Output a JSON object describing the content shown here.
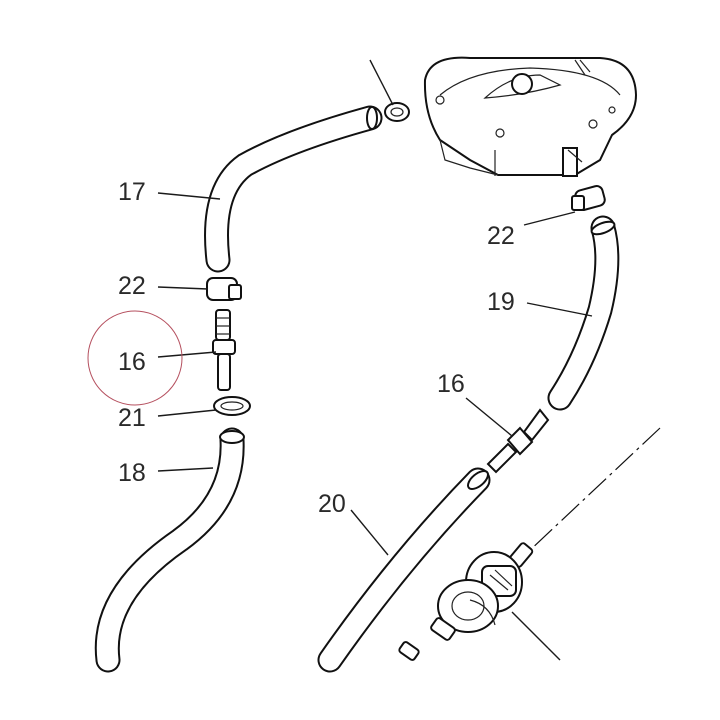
{
  "diagram": {
    "callouts": [
      {
        "id": "17",
        "label": "17"
      },
      {
        "id": "22a",
        "label": "22"
      },
      {
        "id": "16a",
        "label": "16"
      },
      {
        "id": "21",
        "label": "21"
      },
      {
        "id": "18",
        "label": "18"
      },
      {
        "id": "22b",
        "label": "22"
      },
      {
        "id": "19",
        "label": "19"
      },
      {
        "id": "16b",
        "label": "16"
      },
      {
        "id": "20",
        "label": "20"
      }
    ],
    "highlight": {
      "target": "16a",
      "color": "#b5505f"
    },
    "colors": {
      "line": "#111111",
      "background": "#ffffff"
    }
  }
}
